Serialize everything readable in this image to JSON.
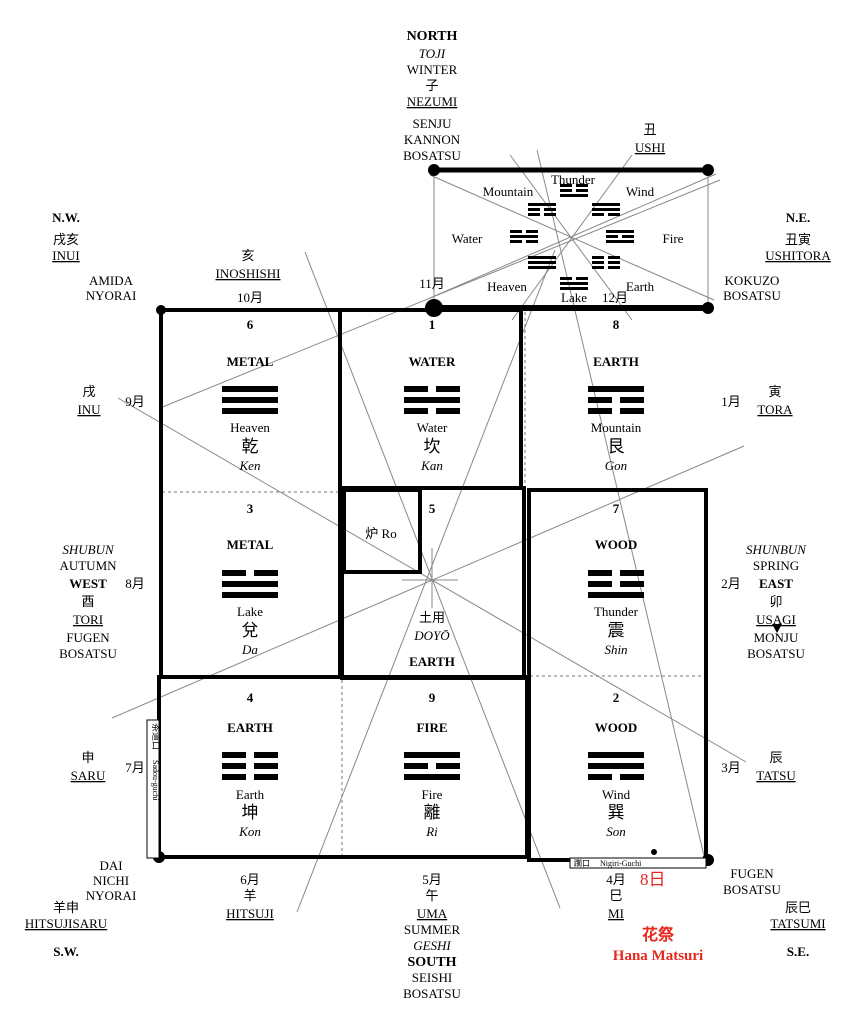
{
  "directions": {
    "north": {
      "heading": "NORTH",
      "season": "TOJI",
      "season2": "WINTER",
      "kanji": "子",
      "animal": "NEZUMI",
      "deity": [
        "SENJU",
        "KANNON",
        "BOSATSU"
      ]
    },
    "northeast": {
      "heading": "N.E.",
      "kanji": "丑寅",
      "animal": "USHITORA",
      "deity": [
        "KOKUZO",
        "BOSATSU"
      ]
    },
    "northwest": {
      "heading": "N.W.",
      "kanji": "戌亥",
      "animal": "INUI",
      "deity": [
        "AMIDA",
        "NYORAI"
      ]
    },
    "east": {
      "season": "SHUNBUN",
      "season2": "SPRING",
      "heading": "EAST",
      "kanji": "卯",
      "animal": "USAGI",
      "deity": [
        "MONJU",
        "BOSATSU"
      ]
    },
    "west": {
      "season": "SHUBUN",
      "season2": "AUTUMN",
      "heading": "WEST",
      "kanji": "酉",
      "animal": "TORI",
      "deity": [
        "FUGEN",
        "BOSATSU"
      ]
    },
    "south": {
      "month": "5月",
      "kanji": "午",
      "animal": "UMA",
      "season2": "SUMMER",
      "season": "GESHI",
      "heading": "SOUTH",
      "deity": [
        "SEISHI",
        "BOSATSU"
      ]
    },
    "southeast": {
      "heading": "S.E.",
      "kanji": "辰巳",
      "animal": "TATSUMI",
      "deity": [
        "FUGEN",
        "BOSATSU"
      ]
    },
    "southwest": {
      "heading": "S.W.",
      "kanji": "羊申",
      "animal": "HITSUJISARU",
      "deity": [
        "DAI",
        "NICHI",
        "NYORAI"
      ]
    }
  },
  "zodiac": [
    {
      "id": "ushi",
      "kanji": "丑",
      "name": "USHI"
    },
    {
      "id": "inoshishi",
      "kanji": "亥",
      "name": "INOSHISHI"
    },
    {
      "id": "inu",
      "kanji": "戌",
      "name": "INU"
    },
    {
      "id": "tora",
      "kanji": "寅",
      "name": "TORA"
    },
    {
      "id": "saru",
      "kanji": "申",
      "name": "SARU"
    },
    {
      "id": "tatsu",
      "kanji": "辰",
      "name": "TATSU"
    },
    {
      "id": "hitsuji",
      "month": "6月",
      "kanji": "羊",
      "name": "HITSUJI"
    },
    {
      "id": "mi",
      "month": "4月",
      "kanji": "巳",
      "name": "MI"
    }
  ],
  "months": [
    "11月",
    "12月",
    "10月",
    "9月",
    "1月",
    "8月",
    "2月",
    "7月",
    "3月"
  ],
  "trigram_wheel": [
    "Thunder",
    "Mountain",
    "Wind",
    "Water",
    "Fire",
    "Heaven",
    "Earth",
    "Lake"
  ],
  "rooms": [
    {
      "num": "6",
      "element": "METAL",
      "name": "Heaven",
      "kanji": "乾",
      "romaji": "Ken"
    },
    {
      "num": "1",
      "element": "WATER",
      "name": "Water",
      "kanji": "坎",
      "romaji": "Kan"
    },
    {
      "num": "8",
      "element": "EARTH",
      "name": "Mountain",
      "kanji": "艮",
      "romaji": "Gon"
    },
    {
      "num": "3",
      "element": "METAL",
      "name": "Lake",
      "kanji": "兌",
      "romaji": "Da"
    },
    {
      "num": "7",
      "element": "WOOD",
      "name": "Thunder",
      "kanji": "震",
      "romaji": "Shin"
    },
    {
      "num": "4",
      "element": "EARTH",
      "name": "Earth",
      "kanji": "坤",
      "romaji": "Kon"
    },
    {
      "num": "9",
      "element": "FIRE",
      "name": "Fire",
      "kanji": "離",
      "romaji": "Ri"
    },
    {
      "num": "2",
      "element": "WOOD",
      "name": "Wind",
      "kanji": "巽",
      "romaji": "Son"
    }
  ],
  "center": {
    "num": "5",
    "ro": "炉 Ro",
    "kanji": "土用",
    "romaji": "DOYŌ",
    "element": "EARTH"
  },
  "entrances": {
    "sadou_kanji": "茶道口",
    "sadou": "Sadou-guchi",
    "nigiri_kanji": "躙口",
    "nigiri": "Nigiri-Guchi"
  },
  "festival": {
    "day": "8日",
    "kanji": "花祭",
    "name": "Hana Matsuri"
  }
}
